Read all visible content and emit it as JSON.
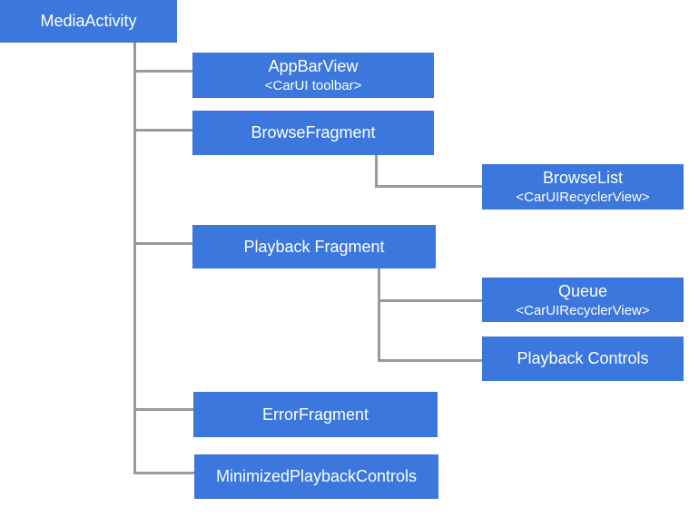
{
  "diagram": {
    "type": "tree",
    "colors": {
      "background": "#ffffff",
      "node_fill": "#3b77dc",
      "node_text": "#ffffff",
      "connector": "#9a9a9a"
    },
    "root": {
      "label": "MediaActivity"
    },
    "children": [
      {
        "label": "AppBarView",
        "sublabel": "<CarUI toolbar>"
      },
      {
        "label": "BrowseFragment",
        "children": [
          {
            "label": "BrowseList",
            "sublabel": "<CarUIRecyclerView>"
          }
        ]
      },
      {
        "label": "Playback Fragment",
        "children": [
          {
            "label": "Queue",
            "sublabel": "<CarUIRecyclerView>"
          },
          {
            "label": "Playback Controls"
          }
        ]
      },
      {
        "label": "ErrorFragment"
      },
      {
        "label": "MinimizedPlaybackControls"
      }
    ]
  }
}
